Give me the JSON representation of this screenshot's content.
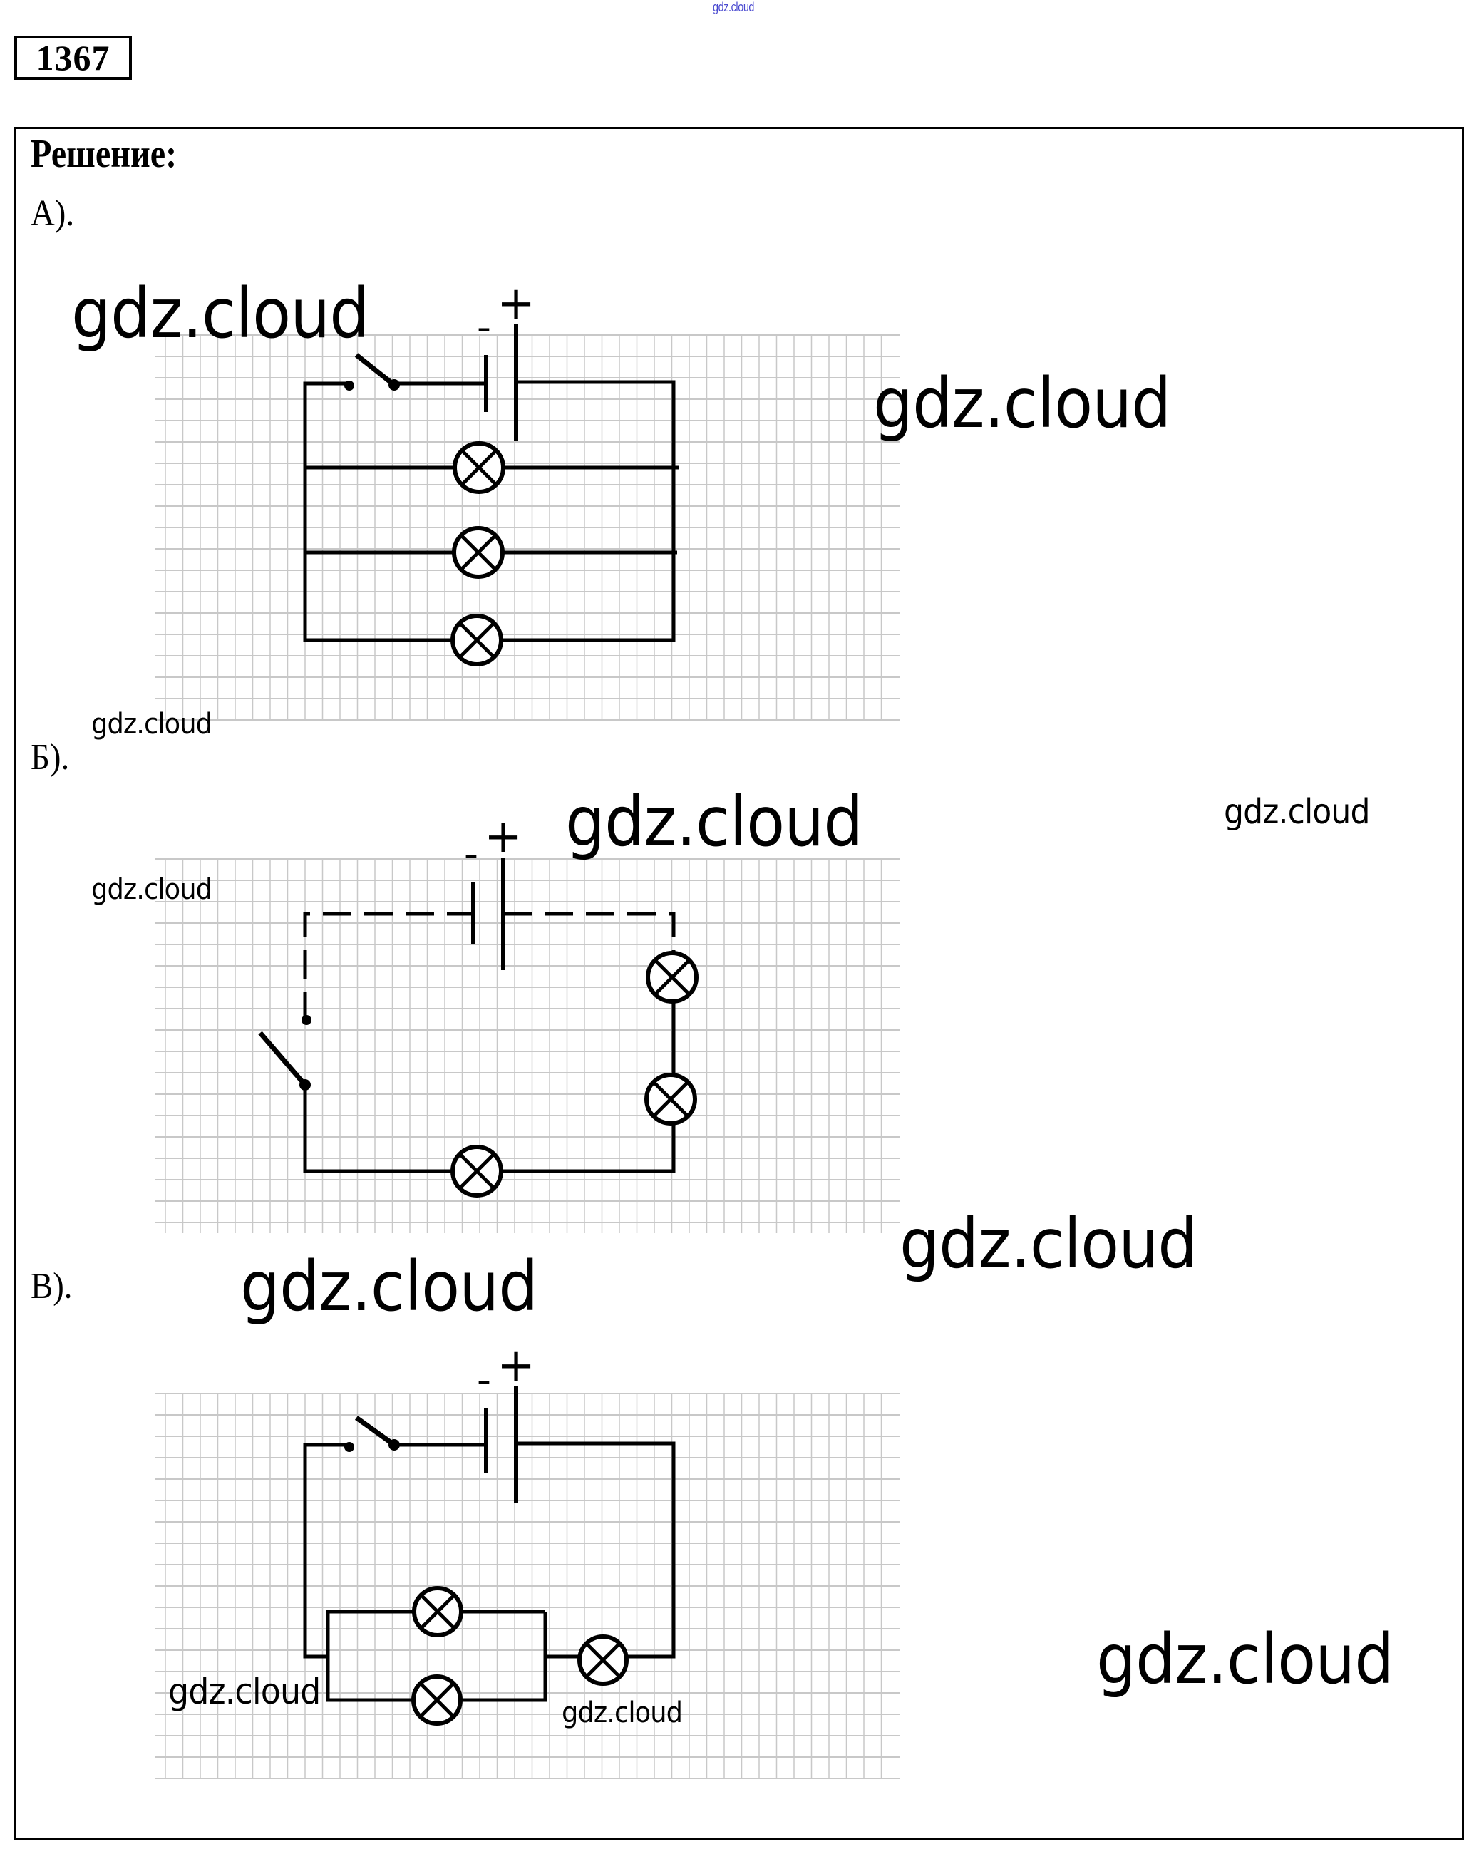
{
  "page": {
    "top_watermark": "gdz.cloud",
    "problem_number": "1367",
    "heading": "Решение:"
  },
  "sections": [
    {
      "label": "А).",
      "circuit": {
        "description": "Three lamps connected in parallel; battery and key in the common branch",
        "battery": {
          "negative_sign": "-",
          "positive_sign": "+"
        },
        "switch": "open",
        "lamps": 3,
        "connection": "parallel"
      }
    },
    {
      "label": "Б).",
      "circuit": {
        "description": "Three lamps connected in series with battery and key",
        "battery": {
          "negative_sign": "-",
          "positive_sign": "+"
        },
        "switch": "open",
        "lamps": 3,
        "connection": "series"
      }
    },
    {
      "label": "В).",
      "circuit": {
        "description": "Two lamps in parallel, connected in series with a third lamp; battery and key",
        "battery": {
          "negative_sign": "-",
          "positive_sign": "+"
        },
        "switch": "open",
        "lamps": 3,
        "connection": "mixed"
      }
    }
  ],
  "watermarks": {
    "text": "gdz.cloud",
    "wm1": "gdz.cloud",
    "wm2": "gdz.cloud",
    "wm3": "gdz.cloud",
    "wm4": "gdz.cloud",
    "wm5": "gdz.cloud",
    "wm6": "gdz.cloud",
    "wm7": "gdz.cloud",
    "wm8": "gdz.cloud",
    "wm9": "gdz.cloud",
    "wm10": "gdz.cloud",
    "wm11": "gdz.cloud"
  },
  "colors": {
    "ink": "#000000",
    "grid": "#c8c8c8",
    "top_watermark": "#4a4ad0",
    "background": "#ffffff"
  }
}
